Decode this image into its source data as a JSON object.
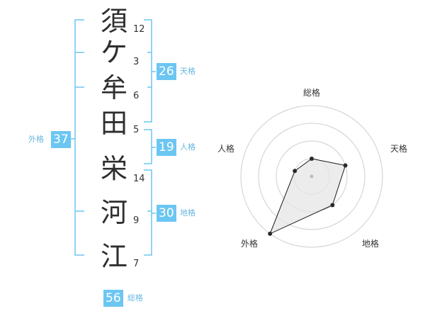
{
  "names": [
    {
      "char": "須",
      "strokes": "12"
    },
    {
      "char": "ケ",
      "strokes": "3"
    },
    {
      "char": "牟",
      "strokes": "6"
    },
    {
      "char": "田",
      "strokes": "5"
    },
    {
      "char": "栄",
      "strokes": "14"
    },
    {
      "char": "河",
      "strokes": "9"
    },
    {
      "char": "江",
      "strokes": "7"
    }
  ],
  "kaku": {
    "tenkaku": {
      "value": "26",
      "label": "天格"
    },
    "jinkaku": {
      "value": "19",
      "label": "人格"
    },
    "chikaku": {
      "value": "30",
      "label": "地格"
    },
    "gaikaku": {
      "value": "37",
      "label": "外格"
    },
    "soukaku": {
      "value": "56",
      "label": "総格"
    }
  },
  "radar": {
    "labels": [
      "総格",
      "天格",
      "地格",
      "外格",
      "人格"
    ],
    "levels": 4,
    "values": [
      0.25,
      0.5,
      0.5,
      1.0,
      0.25
    ],
    "colors": {
      "ring": "#cfcfcf",
      "fill": "#e6e6e6",
      "line": "#1a1a1a",
      "dot": "#2a2a2a",
      "center": "#bbbbbb"
    }
  }
}
